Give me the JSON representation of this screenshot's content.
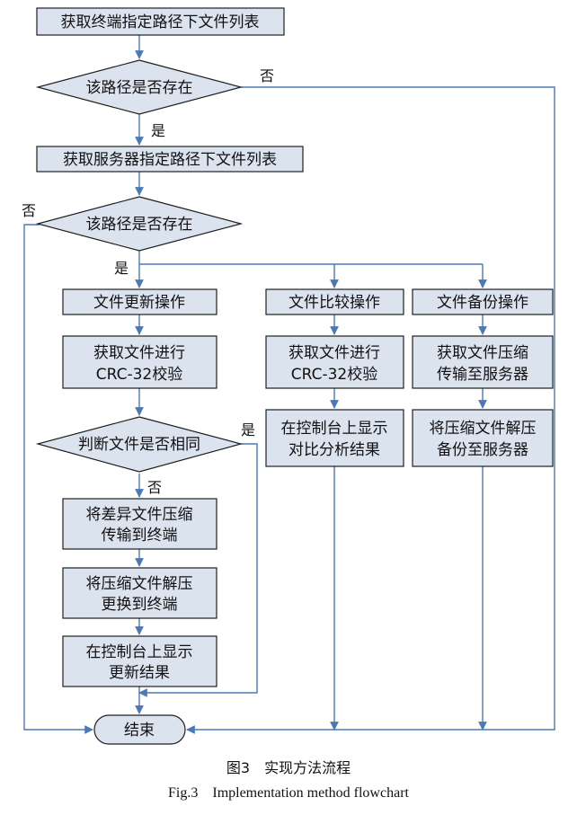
{
  "nodes": {
    "get_terminal_list": "获取终端指定路径下文件列表",
    "path_exists_1": "该路径是否存在",
    "get_server_list": "获取服务器指定路径下文件列表",
    "path_exists_2": "该路径是否存在",
    "file_update_op": "文件更新操作",
    "file_compare_op": "文件比较操作",
    "file_backup_op": "文件备份操作",
    "update_crc": [
      "获取文件进行",
      "CRC-32校验"
    ],
    "compare_crc": [
      "获取文件进行",
      "CRC-32校验"
    ],
    "backup_compress": [
      "获取文件压缩",
      "传输至服务器"
    ],
    "compare_display": [
      "在控制台上显示",
      "对比分析结果"
    ],
    "backup_decompress": [
      "将压缩文件解压",
      "备份至服务器"
    ],
    "same_check": "判断文件是否相同",
    "compress_diff": [
      "将差异文件压缩",
      "传输到终端"
    ],
    "decompress_replace": [
      "将压缩文件解压",
      "更换到终端"
    ],
    "display_update": [
      "在控制台上显示",
      "更新结果"
    ],
    "end": "结束"
  },
  "edge_labels": {
    "no1": "否",
    "yes1": "是",
    "no2": "否",
    "yes2": "是",
    "same_yes": "是",
    "same_no": "否"
  },
  "caption": {
    "zh": "图3　实现方法流程",
    "en": "Fig.3　Implementation method flowchart"
  },
  "colors": {
    "node_fill": "#dbe3ef",
    "node_stroke": "#1f1f1f",
    "arrow": "#4a78b8"
  }
}
